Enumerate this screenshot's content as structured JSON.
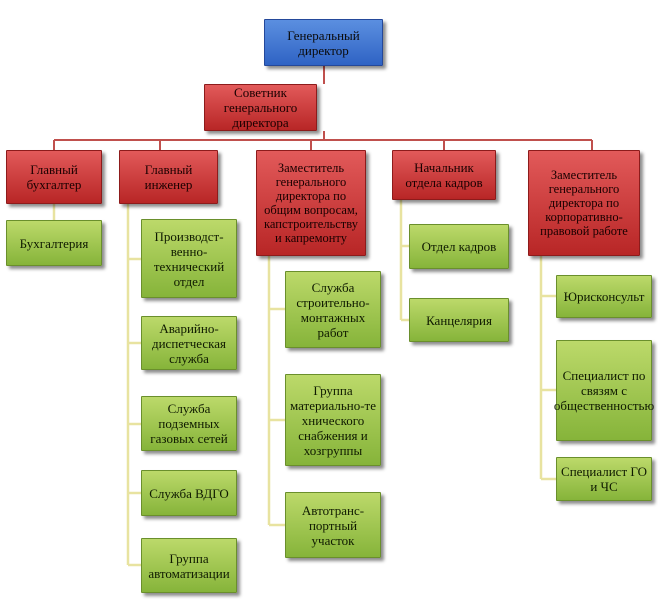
{
  "top": {
    "label": "Генеральный директор"
  },
  "advisor": {
    "label": "Советник генерального директора"
  },
  "heads": [
    {
      "label": "Главный бухгалтер"
    },
    {
      "label": "Главный инженер"
    },
    {
      "label": "Заместитель генерального директора по общим вопросам, капстроительству и капремонту"
    },
    {
      "label": "Начальник отдела кадров"
    },
    {
      "label": "Заместитель генерального директора по корпоративно-правовой работе"
    }
  ],
  "units": {
    "accountant": [
      "Бухгалтерия"
    ],
    "engineer": [
      "Производст-венно-технический отдел",
      "Аварийно-диспетческая служба",
      "Служба подземных газовых сетей",
      "Служба ВДГО",
      "Группа автоматизации"
    ],
    "deputy_general": [
      "Служба строительно-монтажных работ",
      "Группа материально-те хнического снабжения и хозгруппы",
      "Автотранс-портный участок"
    ],
    "hr": [
      "Отдел кадров",
      "Канцелярия"
    ],
    "deputy_legal": [
      "Юрисконсульт",
      "Специалист по связям с общественностью",
      "Специалист ГО и ЧС"
    ]
  },
  "colors": {
    "top": "#3d73d1",
    "management": "#c83232",
    "units": "#9fc34a",
    "connector": "#c0504d"
  }
}
